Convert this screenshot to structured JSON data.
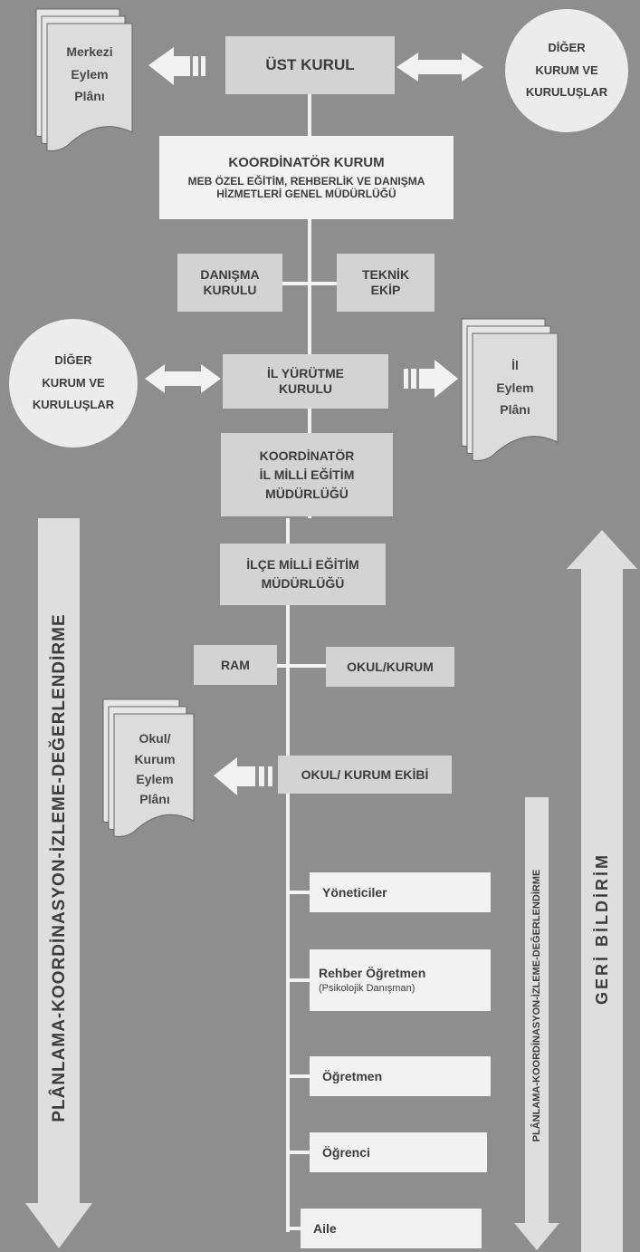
{
  "nodes": {
    "ust_kurul": "ÜST KURUL",
    "merkezi_plan": [
      "Merkezi",
      "Eylem",
      "Plânı"
    ],
    "diger_kurum_top": [
      "DİĞER",
      "KURUM VE",
      "KURULUŞLAR"
    ],
    "koordinator_kurum": {
      "title": "KOORDİNATÖR KURUM",
      "line1": "MEB ÖZEL EĞİTİM, REHBERLİK VE DANIŞMA",
      "line2": "HİZMETLERİ GENEL MÜDÜRLÜĞÜ"
    },
    "danisma_kurulu": [
      "DANIŞMA",
      "KURULU"
    ],
    "teknik_ekip": [
      "TEKNİK",
      "EKİP"
    ],
    "diger_kurum_mid": [
      "DİĞER",
      "KURUM VE",
      "KURULUŞLAR"
    ],
    "il_yurutme": [
      "İL YÜRÜTME",
      "KURULU"
    ],
    "il_plan": [
      "İl",
      "Eylem",
      "Plânı"
    ],
    "koordinator_il": [
      "KOORDİNATÖR",
      "İL MİLLİ EĞİTİM",
      "MÜDÜRLÜĞÜ"
    ],
    "ilce": [
      "İLÇE MİLLİ EĞİTİM",
      "MÜDÜRLÜĞÜ"
    ],
    "ram": "RAM",
    "okul_kurum": "OKUL/KURUM",
    "okul_plan": [
      "Okul/",
      "Kurum",
      "Eylem",
      "Plânı"
    ],
    "okul_kurum_ekibi": "OKUL/ KURUM EKİBİ",
    "yoneticiler": "Yöneticiler",
    "rehber": {
      "title": "Rehber Öğretmen",
      "sub": "(Psikolojik Danışman)"
    },
    "ogretmen": "Öğretmen",
    "ogrenci": "Öğrenci",
    "aile": "Aile"
  },
  "side_labels": {
    "left": "PLÂNLAMA-KOORDİNASYON-İZLEME-DEĞERLENDİRME",
    "right_inner": "PLÂNLAMA-KOORDİNASYON-İZLEME-DEĞERLENDİRME",
    "right_outer": "GERİ BİLDİRİM"
  },
  "colors": {
    "background": "#8e8e8e",
    "grey_box": "#d3d3d3",
    "white_box": "#f2f2f2",
    "text": "#3c3c3c"
  }
}
